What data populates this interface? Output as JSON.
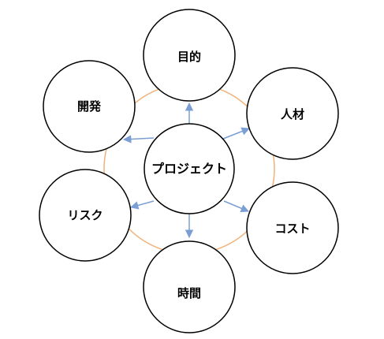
{
  "diagram": {
    "center": {
      "label": "プロジェクト"
    },
    "nodes": [
      {
        "id": "purpose",
        "label": "目的"
      },
      {
        "id": "people",
        "label": "人材"
      },
      {
        "id": "cost",
        "label": "コスト"
      },
      {
        "id": "time",
        "label": "時間"
      },
      {
        "id": "risk",
        "label": "リスク"
      },
      {
        "id": "development",
        "label": "開発"
      }
    ],
    "colors": {
      "ring": "#f0b27a",
      "arrow": "#7b9fd4",
      "node_stroke": "#000000",
      "node_fill": "#ffffff"
    }
  }
}
